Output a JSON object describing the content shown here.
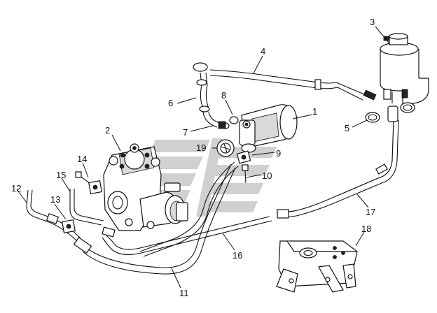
{
  "diagram": {
    "labels": {
      "p1": "1",
      "p2": "2",
      "p3": "3",
      "p4": "4",
      "p5": "5",
      "p6": "6",
      "p7": "7",
      "p8": "8",
      "p9": "9",
      "p10": "10",
      "p11": "11",
      "p12": "12",
      "p13": "13",
      "p14": "14",
      "p15": "15",
      "p16": "16",
      "p17": "17",
      "p18": "18",
      "p19": "19"
    },
    "colors": {
      "line": "#111111",
      "watermark": "#d0d0d0",
      "background": "#ffffff"
    }
  }
}
